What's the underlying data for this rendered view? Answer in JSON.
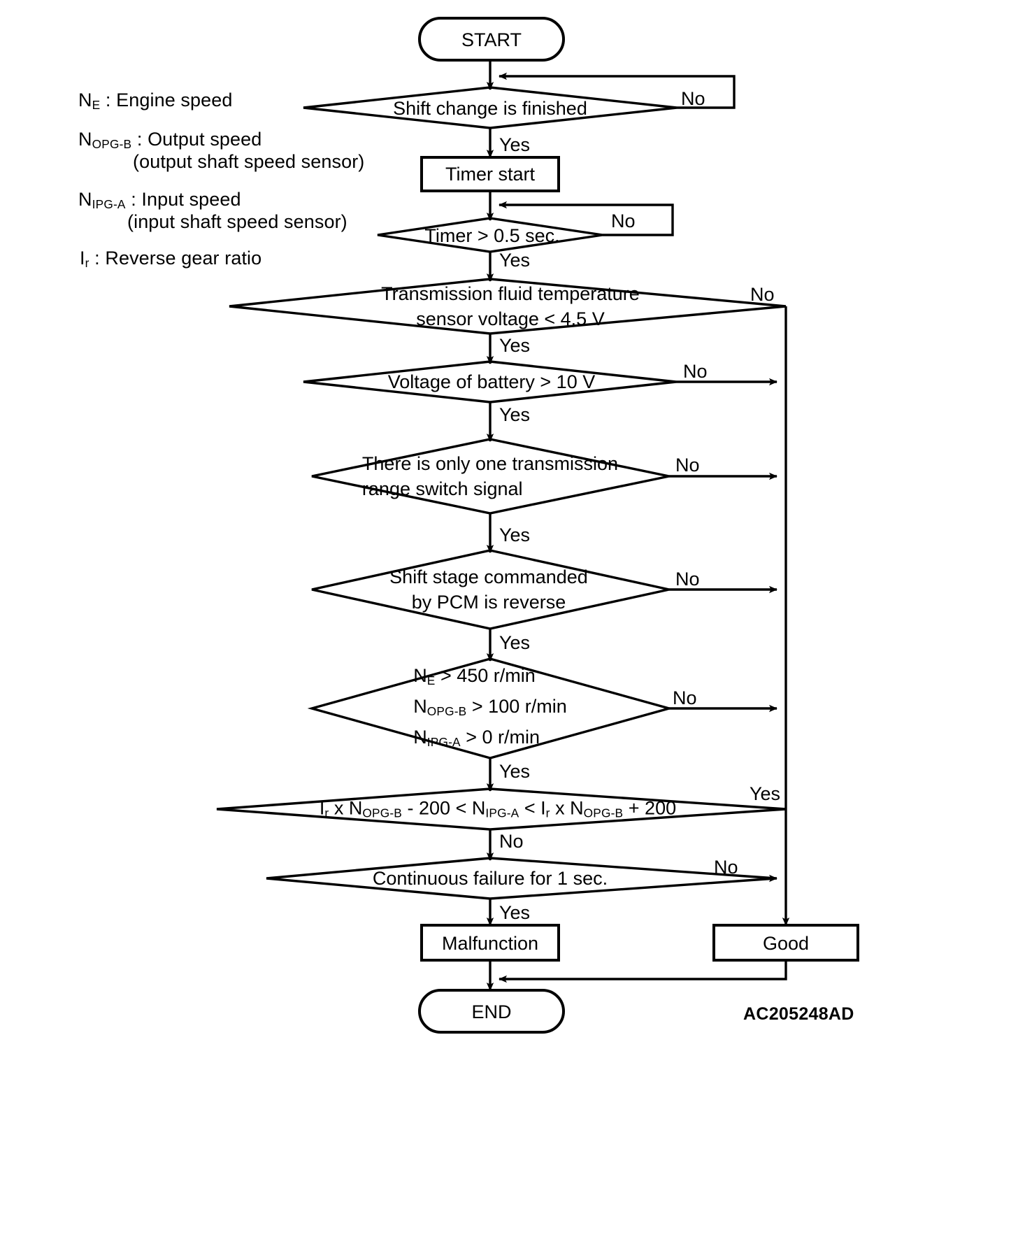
{
  "diagram": {
    "code_label": "AC205248AD",
    "legend": [
      {
        "sym": "N",
        "sub": "E",
        "text": " : Engine speed",
        "indent": 0
      },
      {
        "sym": "N",
        "sub": "OPG-B",
        "text": " : Output speed",
        "indent": 0
      },
      {
        "sym": "",
        "sub": "",
        "text": "(output shaft speed sensor)",
        "indent": 1
      },
      {
        "sym": "N",
        "sub": "IPG-A",
        "text": " : Input speed",
        "indent": 0
      },
      {
        "sym": "",
        "sub": "",
        "text": "(input shaft speed sensor)",
        "indent": 1
      },
      {
        "sym": "I",
        "sub": "r",
        "text": " : Reverse gear ratio",
        "indent": 0
      }
    ],
    "nodes": {
      "start": "START",
      "end": "END",
      "timer_start": "Timer start",
      "malfunction": "Malfunction",
      "good": "Good",
      "d_shift_change": "Shift change is finished",
      "d_timer": "Timer > 0.5 sec.",
      "d_fluid_temp_line1": "Transmission fluid temperature",
      "d_fluid_temp_line2": "sensor voltage < 4.5 V",
      "d_battery": "Voltage of battery > 10 V",
      "d_range_switch_line1": "There is only one transmission",
      "d_range_switch_line2": "range switch signal",
      "d_pcm_line1": "Shift stage commanded",
      "d_pcm_line2": "by PCM is reverse",
      "d_speeds_line1_sym": "N",
      "d_speeds_line1_sub": "E",
      "d_speeds_line1_rest": " > 450 r/min",
      "d_speeds_line2_sym": "N",
      "d_speeds_line2_sub": "OPG-B",
      "d_speeds_line2_rest": " > 100 r/min",
      "d_speeds_line3_sym": "N",
      "d_speeds_line3_sub": "IPG-A",
      "d_speeds_line3_rest": " > 0 r/min",
      "d_ratio_p1_sym": "I",
      "d_ratio_p1_sub": "r",
      "d_ratio_p1_mid": " x ",
      "d_ratio_p2_sym": "N",
      "d_ratio_p2_sub": "OPG-B",
      "d_ratio_p2_mid": " - 200 < ",
      "d_ratio_p3_sym": "N",
      "d_ratio_p3_sub": "IPG-A",
      "d_ratio_p3_mid": " < ",
      "d_ratio_p4_sym": "I",
      "d_ratio_p4_sub": "r",
      "d_ratio_p4_mid": " x ",
      "d_ratio_p5_sym": "N",
      "d_ratio_p5_sub": "OPG-B",
      "d_ratio_p5_mid": " + 200",
      "d_continuous": "Continuous failure for 1 sec."
    },
    "branch_labels": {
      "shift_change_no": "No",
      "shift_change_yes": "Yes",
      "timer_no": "No",
      "timer_yes": "Yes",
      "fluid_no": "No",
      "fluid_yes": "Yes",
      "battery_no": "No",
      "battery_yes": "Yes",
      "range_no": "No",
      "range_yes": "Yes",
      "pcm_no": "No",
      "pcm_yes": "Yes",
      "speeds_no": "No",
      "speeds_yes": "Yes",
      "ratio_yes": "Yes",
      "ratio_no": "No",
      "continuous_no": "No",
      "continuous_yes": "Yes"
    },
    "colors": {
      "ink": "#000000",
      "paper": "#ffffff"
    }
  }
}
